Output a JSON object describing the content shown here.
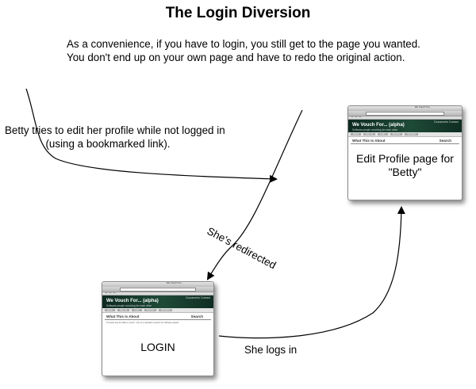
{
  "title": "The Login Diversion",
  "intro": {
    "line1": "As a convenience, if you have to login, you still get to the page you wanted.",
    "line2": "You don't end up on your own page and have to redo the original action."
  },
  "captions": {
    "betty_line1": "Betty tries to edit her profile while not logged in",
    "betty_line2": "(using a bookmarked link).",
    "redirected": "She's redirected",
    "logs_in": "She logs in"
  },
  "browser": {
    "window_title": "We Vouch For...",
    "nav_links": "Documents  Contact",
    "site_title": "We Vouch For... (alpha)",
    "tagline": "Software people vouching for each other",
    "tabs": [
      "Home",
      "Sign Up",
      "Login",
      "Vouches",
      "Members"
    ],
    "about_heading": "What This Is About",
    "search_heading": "Search",
    "about_text": "A simple way for folks to vouch - sort of a reputation system for software people"
  },
  "login_window": {
    "label": "LOGIN"
  },
  "edit_window": {
    "label_line1": "Edit Profile page for",
    "label_line2": "\"Betty\""
  }
}
